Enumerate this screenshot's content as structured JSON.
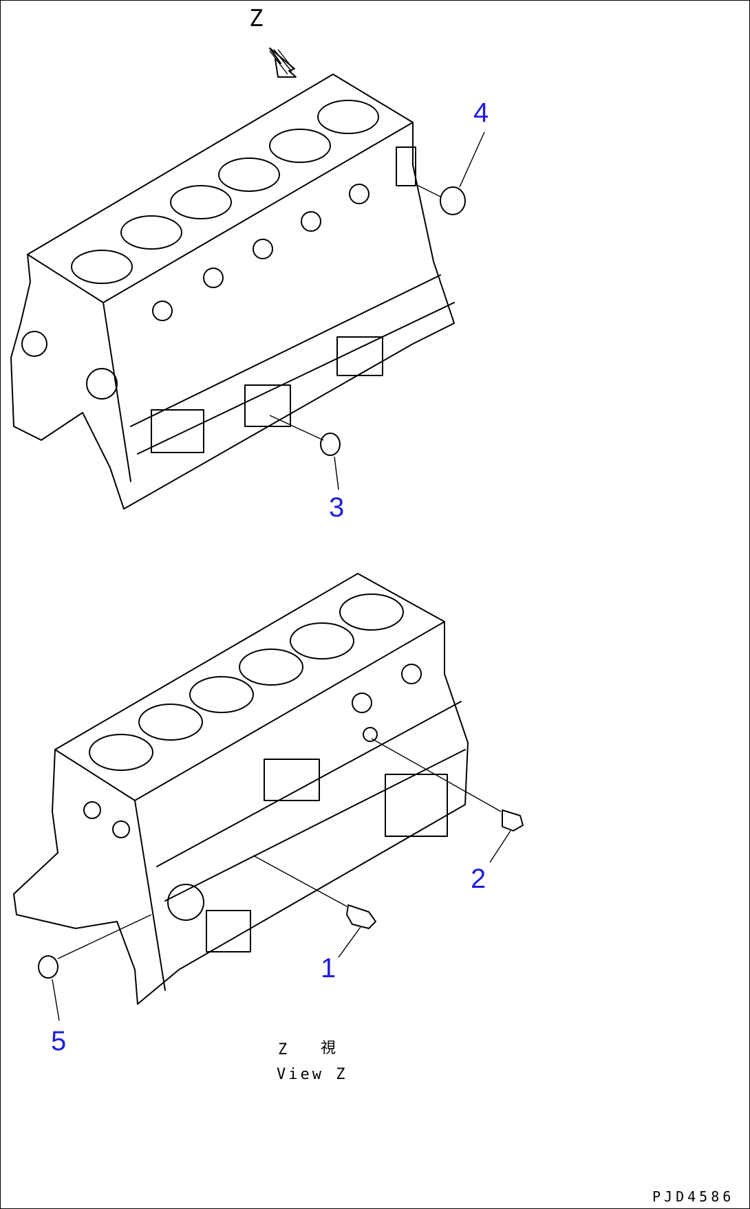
{
  "view_arrow_label": "Z",
  "callouts": {
    "c1": "1",
    "c2": "2",
    "c3": "3",
    "c4": "4",
    "c5": "5"
  },
  "caption": {
    "line1_letter": "Z",
    "line1_kanji": "視",
    "line2": "View Z"
  },
  "drawing_code": "PJD4586",
  "colors": {
    "callout": "#1e1ee0",
    "line": "#000000",
    "background": "#ffffff"
  }
}
